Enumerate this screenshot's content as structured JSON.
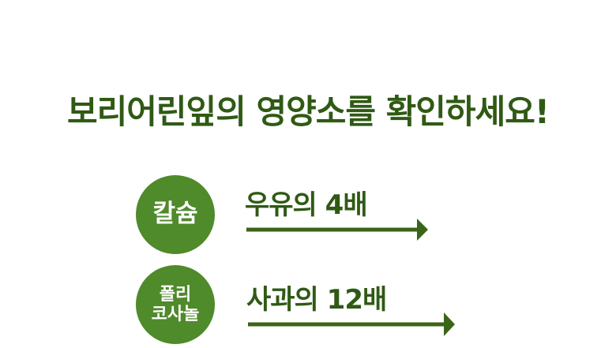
{
  "colors": {
    "dark": "#2f5a14",
    "circle": "#4f8a2b",
    "arrow": "#3a6518"
  },
  "headline": "보리어린잎의 영양소를 확인하세요!",
  "items": [
    {
      "nutrient_lines": [
        "칼슘"
      ],
      "comparison": "우유의 4배"
    },
    {
      "nutrient_lines": [
        "폴리",
        "코사놀"
      ],
      "comparison": "사과의 12배"
    }
  ]
}
